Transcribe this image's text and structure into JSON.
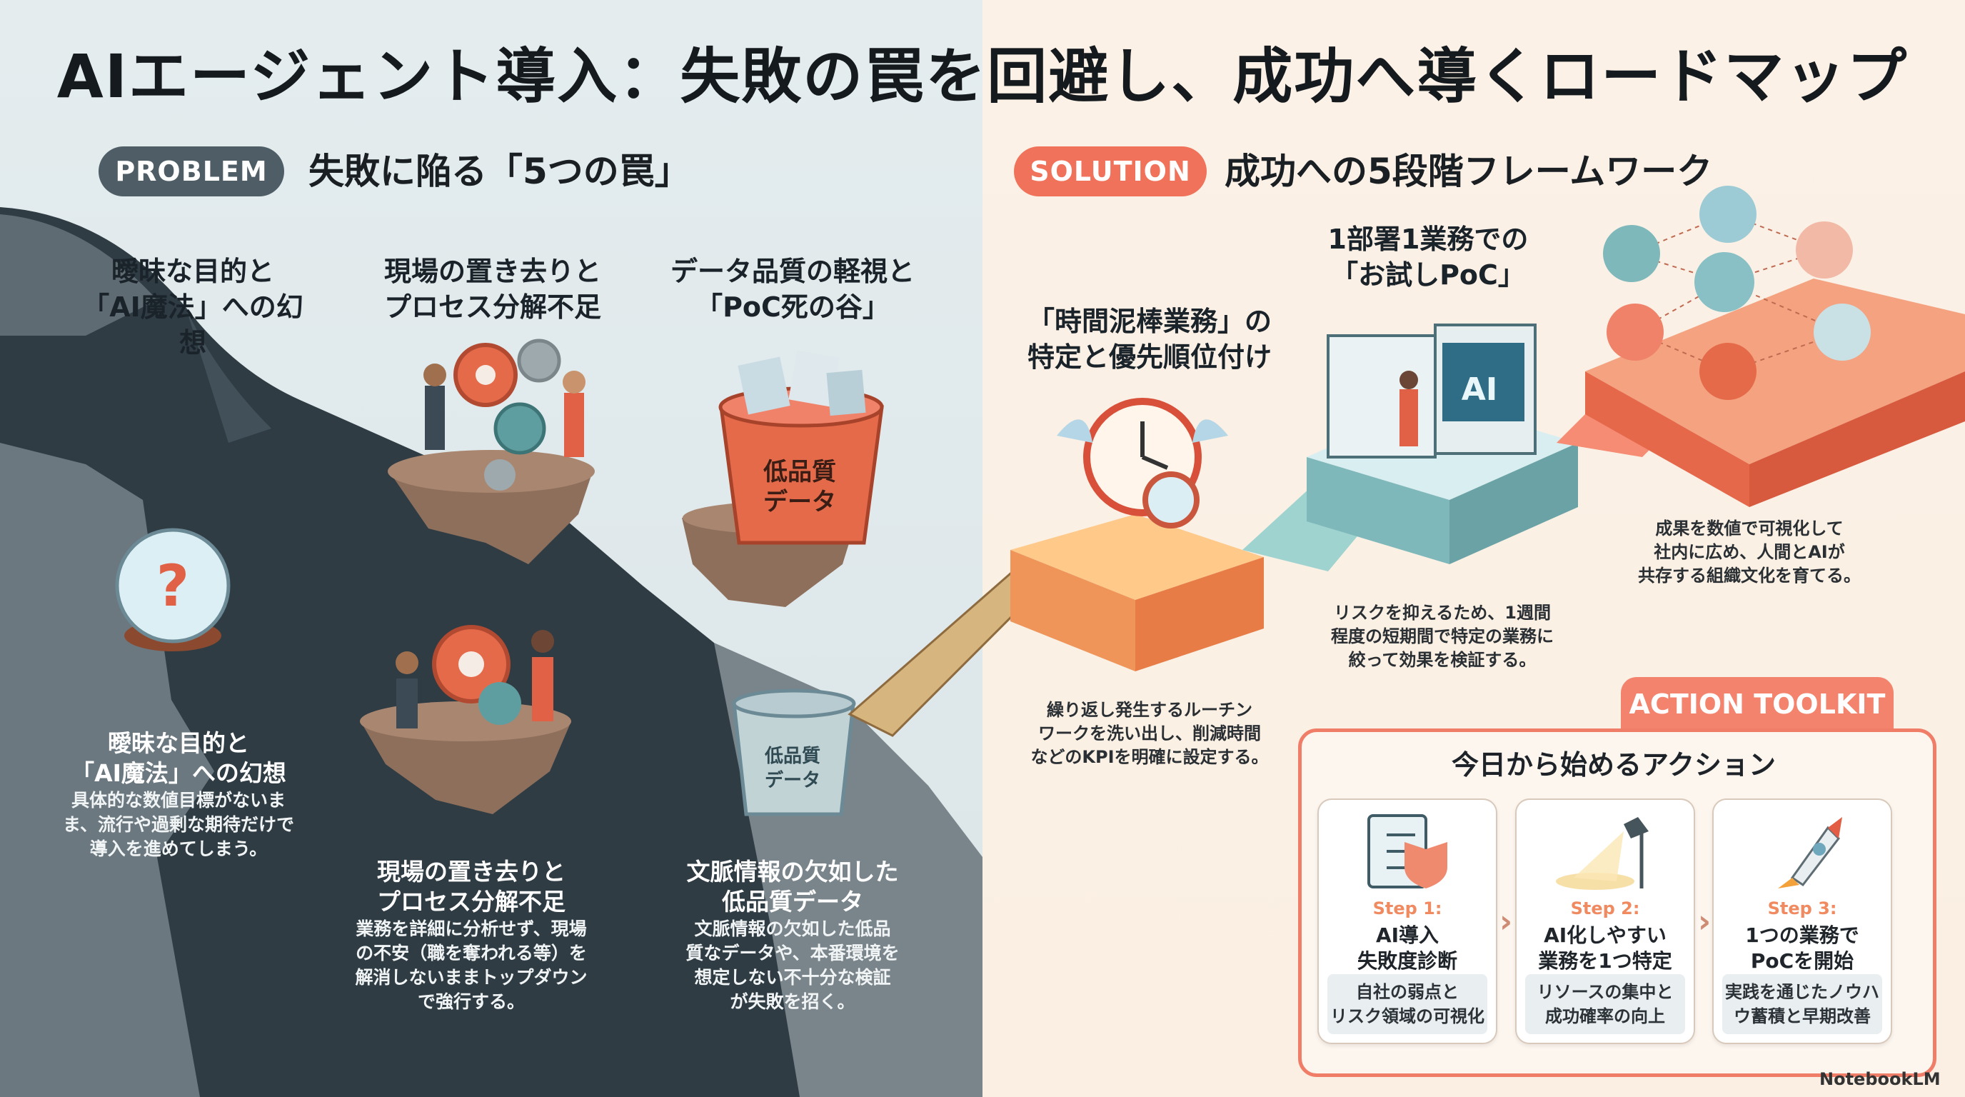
{
  "title": "AIエージェント導入：失敗の罠を回避し、成功へ導くロードマップ",
  "problem": {
    "badge": "PROBLEM",
    "heading": "失敗に陥る「5つの罠」",
    "traps": [
      {
        "title_l1": "曖昧な目的と",
        "title_l2": "「AI魔法」への幻想"
      },
      {
        "title_l1": "現場の置き去りと",
        "title_l2": "プロセス分解不足"
      },
      {
        "title_l1": "データ品質の軽視と",
        "title_l2": "「PoC死の谷」"
      }
    ],
    "details": [
      {
        "head_l1": "曖昧な目的と",
        "head_l2": "「AI魔法」への幻想",
        "body_l1": "具体的な数値目標がないま",
        "body_l2": "ま、流行や過剰な期待だけで",
        "body_l3": "導入を進めてしまう。"
      },
      {
        "head_l1": "現場の置き去りと",
        "head_l2": "プロセス分解不足",
        "body_l1": "業務を詳細に分析せず、現場",
        "body_l2": "の不安（職を奪われる等）を",
        "body_l3": "解消しないままトップダウン",
        "body_l4": "で強行する。"
      },
      {
        "head_l1": "文脈情報の欠如した",
        "head_l2": "低品質データ",
        "body_l1": "文脈情報の欠如した低品",
        "body_l2": "質なデータや、本番環境を",
        "body_l3": "想定しない不十分な検証",
        "body_l4": "が失敗を招く。"
      }
    ],
    "bucket_label_l1": "低品質",
    "bucket_label_l2": "データ",
    "trash_label_l1": "低品質",
    "trash_label_l2": "データ"
  },
  "solution": {
    "badge": "SOLUTION",
    "heading": "成功への5段階フレームワーク",
    "stages": [
      {
        "title_l1": "「時間泥棒業務」の",
        "title_l2": "特定と優先順位付け",
        "desc_l1": "繰り返し発生するルーチン",
        "desc_l2": "ワークを洗い出し、削減時間",
        "desc_l3": "などのKPIを明確に設定する。"
      },
      {
        "title_l1": "1部署1業務での",
        "title_l2": "「お試しPoC」",
        "desc_l1": "リスクを抑えるため、1週間",
        "desc_l2": "程度の短期間で特定の業務に",
        "desc_l3": "絞って効果を検証する。"
      },
      {
        "desc_l1": "成果を数値で可視化して",
        "desc_l2": "社内に広め、人間とAIが",
        "desc_l3": "共存する組織文化を育てる。"
      }
    ],
    "screen_label": "AI"
  },
  "toolkit": {
    "tab": "ACTION TOOLKIT",
    "heading": "今日から始めるアクション",
    "steps": [
      {
        "num": "Step 1:",
        "name_l1": "AI導入",
        "name_l2": "失敗度診断",
        "foot_l1": "自社の弱点と",
        "foot_l2": "リスク領域の可視化"
      },
      {
        "num": "Step 2:",
        "name_l1": "AI化しやすい",
        "name_l2": "業務を1つ特定",
        "foot_l1": "リソースの集中と",
        "foot_l2": "成功確率の向上"
      },
      {
        "num": "Step 3:",
        "name_l1": "1つの業務で",
        "name_l2": "PoCを開始",
        "foot_l1": "実践を通じたノウハ",
        "foot_l2": "ウ蓄積と早期改善"
      }
    ],
    "chevron": "›"
  },
  "brand": "NotebookLM",
  "colors": {
    "accent": "#f0725a",
    "problem": "#4f5e66",
    "teal": "#5f9ea0"
  }
}
